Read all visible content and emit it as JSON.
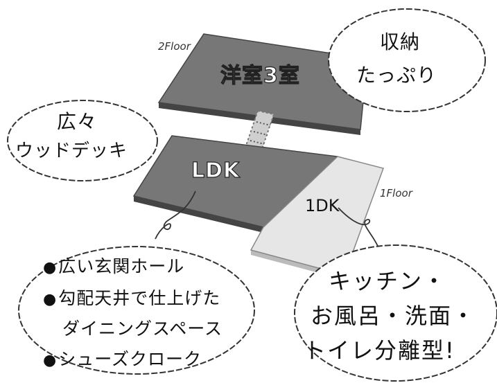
{
  "floors": {
    "floor2": {
      "label": "2Floor",
      "room": "洋室3室"
    },
    "floor1": {
      "label": "1Floor",
      "main_room": "LDK",
      "sub_room": "1DK"
    }
  },
  "bubbles": {
    "storage": {
      "lines": [
        "収納",
        "たっぷり"
      ]
    },
    "deck": {
      "lines": [
        "広々",
        "ウッドデッキ"
      ]
    },
    "features": {
      "bullet": "●",
      "items": [
        "広い玄関ホール",
        "勾配天井で仕上げた",
        "ダイニングスペース",
        "シューズクローク"
      ]
    },
    "separate": {
      "lines": [
        "キッチン・",
        "お風呂・洗面・",
        "トイレ分離型!"
      ]
    }
  },
  "colors": {
    "slab": "#777777",
    "slab_edge": "#444444",
    "dk_area": "#e6e6e6",
    "bubble_stroke": "#333333",
    "background": "#ffffff"
  }
}
